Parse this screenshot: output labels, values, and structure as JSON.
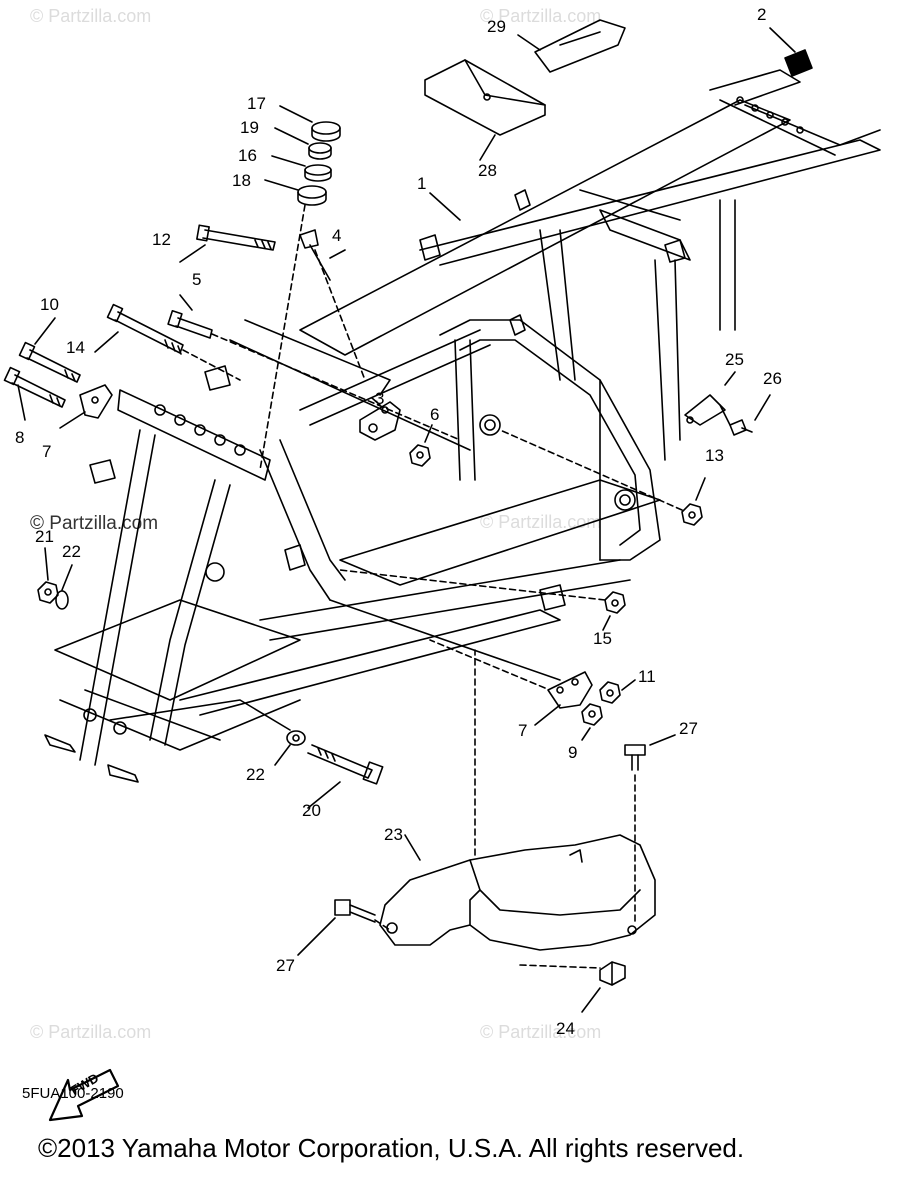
{
  "watermark": {
    "text": "© Partzilla.com",
    "dark_text": "© Partzilla.com"
  },
  "callouts": {
    "p1": "1",
    "p2": "2",
    "p3": "3",
    "p4": "4",
    "p5": "5",
    "p6": "6",
    "p7a": "7",
    "p7b": "7",
    "p8": "8",
    "p9": "9",
    "p10": "10",
    "p11": "11",
    "p12": "12",
    "p13": "13",
    "p14": "14",
    "p15": "15",
    "p16": "16",
    "p17": "17",
    "p18": "18",
    "p19": "19",
    "p20": "20",
    "p21": "21",
    "p22a": "22",
    "p22b": "22",
    "p23": "23",
    "p24": "24",
    "p25": "25",
    "p26": "26",
    "p27a": "27",
    "p27b": "27",
    "p28": "28",
    "p29": "29"
  },
  "fwd_label": "FWD",
  "diagram_code": "5FUA100-2190",
  "copyright": "©2013  Yamaha Motor Corporation, U.S.A. All rights reserved."
}
